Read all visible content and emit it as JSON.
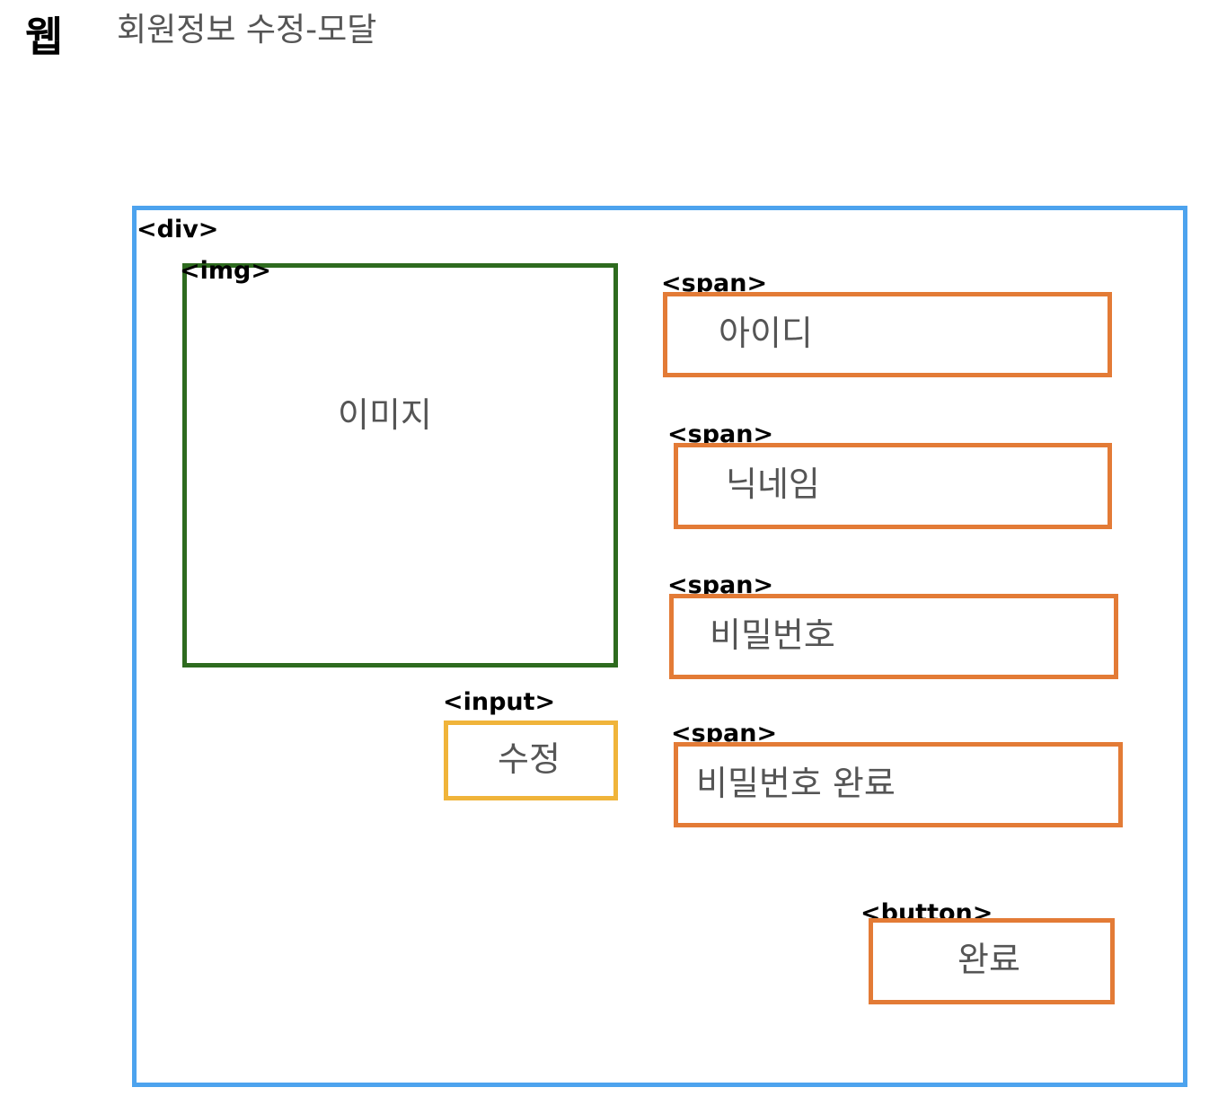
{
  "header": {
    "title": "웹",
    "subtitle": "회원정보 수정-모달"
  },
  "wireframe": {
    "container": {
      "tag": "<div>"
    },
    "image": {
      "tag": "<img>",
      "label": "이미지"
    },
    "input": {
      "tag": "<input>",
      "label": "수정"
    },
    "fields": [
      {
        "tag": "<span>",
        "label": "아이디"
      },
      {
        "tag": "<span>",
        "label": "닉네임"
      },
      {
        "tag": "<span>",
        "label": "비밀번호"
      },
      {
        "tag": "<span>",
        "label": "비밀번호 완료"
      }
    ],
    "button": {
      "tag": "<button>",
      "label": "완료"
    }
  },
  "colors": {
    "div_border": "#4da3ee",
    "img_border": "#2e6b1f",
    "input_border": "#f0b43a",
    "span_border": "#e37b36",
    "button_border": "#e37b36"
  }
}
